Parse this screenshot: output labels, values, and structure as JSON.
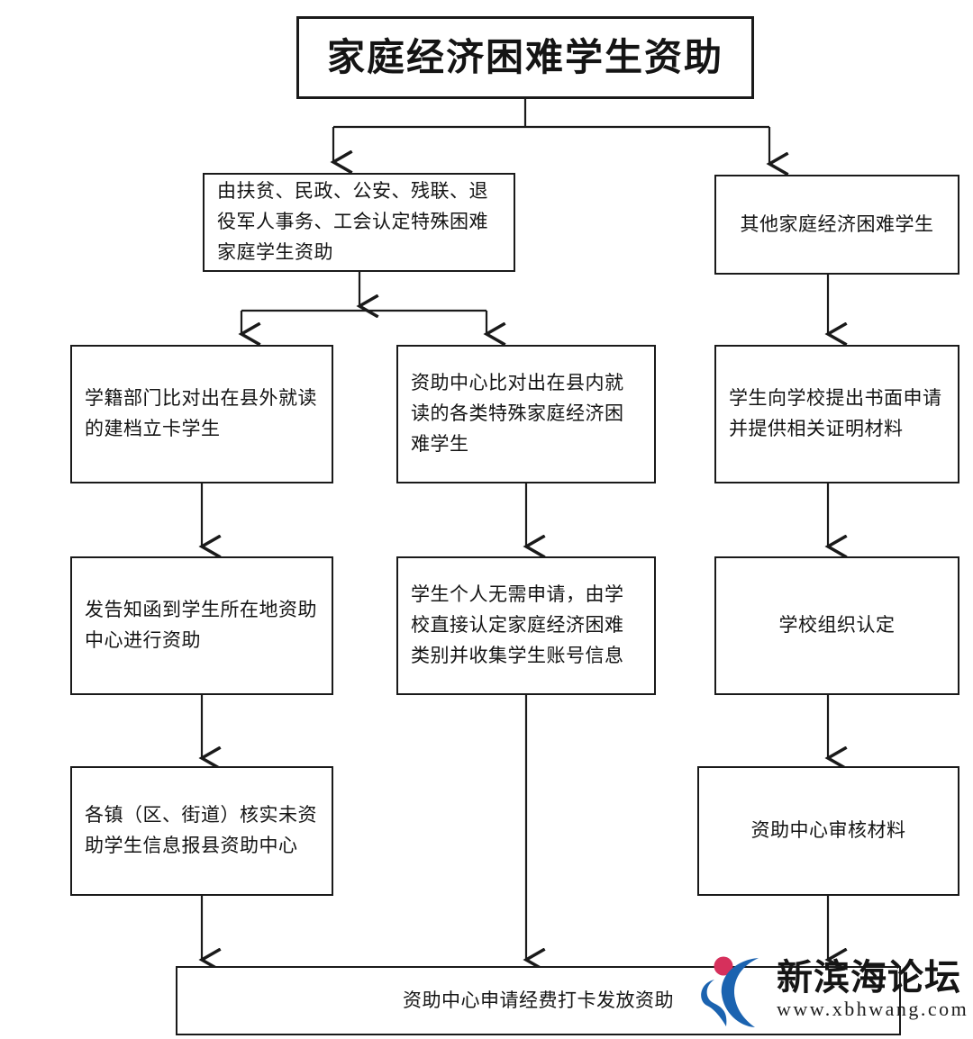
{
  "diagram": {
    "title": "家庭经济困难学生资助",
    "colors": {
      "box_border": "#1a1a1a",
      "text": "#141414",
      "background": "#ffffff",
      "logo_blue": "#1b63b0",
      "logo_crimson": "#d6305c"
    },
    "nodes": {
      "title": "家庭经济困难学生资助",
      "branch_special": "由扶贫、民政、公安、残联、退役军人事务、工会认定特殊困难家庭学生资助",
      "branch_other": "其他家庭经济困难学生",
      "outside_county": "学籍部门比对出在县外就读的建档立卡学生",
      "inside_county": "资助中心比对出在县内就读的各类特殊家庭经济困难学生",
      "written_application": "学生向学校提出书面申请并提供相关证明材料",
      "notice_letter": "发告知函到学生所在地资助中心进行资助",
      "no_application_needed": "学生个人无需申请，由学校直接认定家庭经济困难类别并收集学生账号信息",
      "school_identifies": "学校组织认定",
      "town_verifies": "各镇（区、街道）核实未资助学生信息报县资助中心",
      "center_reviews": "资助中心审核材料",
      "final_disbursement": "资助中心申请经费打卡发放资助"
    }
  },
  "watermark": {
    "site_name": "新滨海论坛",
    "url": "www.xbhwang.com"
  }
}
